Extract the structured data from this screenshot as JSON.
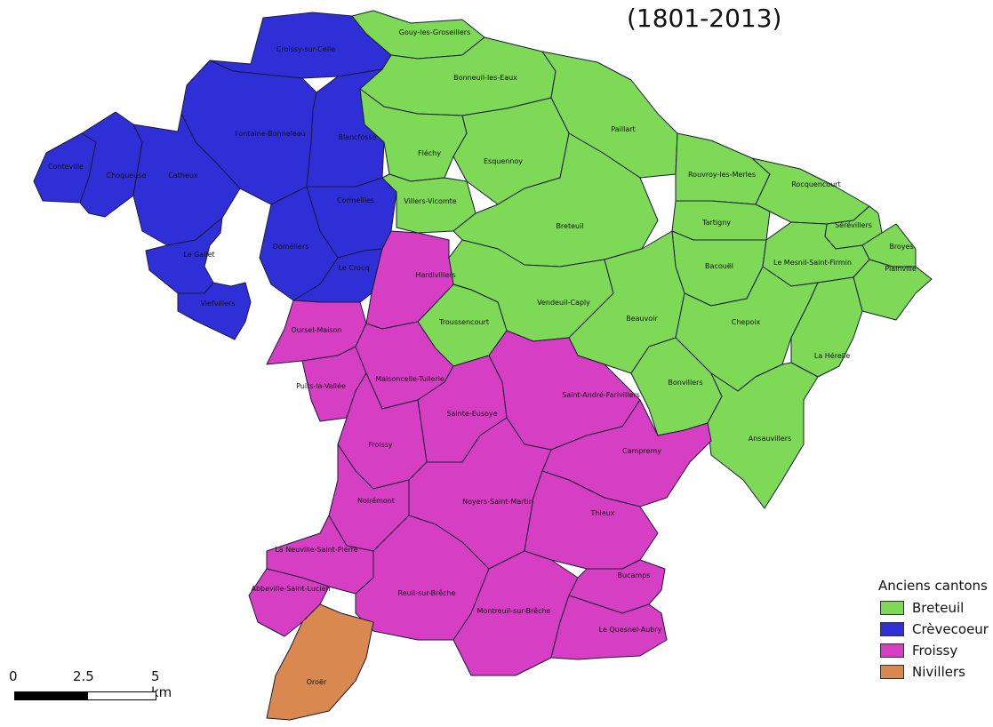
{
  "title": "(1801-2013)",
  "colors": {
    "Breteuil": "#7ed957",
    "Crèvecoeur": "#2f2fd8",
    "Froissy": "#d63ec3",
    "Nivillers": "#d9894f",
    "border": "#1a1a3a"
  },
  "legend": {
    "title": "Anciens cantons",
    "items": [
      {
        "label": "Breteuil",
        "color": "#7ed957"
      },
      {
        "label": "Crèvecoeur",
        "color": "#2f2fd8"
      },
      {
        "label": "Froissy",
        "color": "#d63ec3"
      },
      {
        "label": "Nivillers",
        "color": "#d9894f"
      }
    ]
  },
  "scale": {
    "labels": [
      "0",
      "2.5",
      "5 km"
    ]
  },
  "communes": {
    "crevecoeur": [
      "Croissy-sur-Celle",
      "Fontaine-Bonneleau",
      "Blancfossé",
      "Conteville",
      "Choqueuse",
      "Catheux",
      "Cormeilles",
      "Doméliers",
      "Le Gallet",
      "Le Crocq",
      "Viefvillers"
    ],
    "breteuil": [
      "Gouy-les-Groseillers",
      "Bonneuil-les-Eaux",
      "Paillart",
      "Fléchy",
      "Esquennoy",
      "Villers-Vicomte",
      "Rouvroy-les-Merles",
      "Rocquencourt",
      "Tartigny",
      "Sérévillers",
      "Breteuil",
      "Broyes",
      "Bacouël",
      "Le Mesnil-Saint-Firmin",
      "Plainville",
      "Vendeuil-Caply",
      "Troussencourt",
      "Beauvoir",
      "Chepoix",
      "La Hérelle",
      "Bonvillers",
      "Ansauvillers"
    ],
    "froissy": [
      "Hardivillers",
      "Oursel-Maison",
      "Puits-la-Vallée",
      "Maisoncelle-Tuilerie",
      "Saint-André-Farivillers",
      "Sainte-Eusoye",
      "Froissy",
      "Campremy",
      "Noirémont",
      "Noyers-Saint-Martin",
      "Thieux",
      "La Neuville-Saint-Pierre",
      "Bucamps",
      "Abbeville-Saint-Lucien",
      "Reuil-sur-Brêche",
      "Montreuil-sur-Brêche",
      "Le Quesnel-Aubry"
    ],
    "nivillers": [
      "Oroër"
    ]
  }
}
